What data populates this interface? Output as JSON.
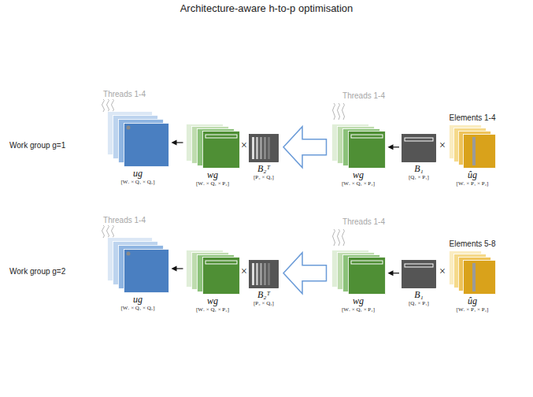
{
  "diagram": {
    "title": "Architecture-aware h-to-p optimisation",
    "nodes": [
      {
        "text": [
          "ug",
          "[Wᵥ × Q₁ × Q₂]"
        ]
      },
      {
        "text": [
          "wg",
          "[Wᵥ × Q₁ × P₂]"
        ]
      },
      {
        "text": [
          "B₂ᵀ",
          "[P₂ × Q₂]"
        ]
      },
      {
        "text": [
          "wg",
          "[Wᵥ × Q₁ × P₂]"
        ]
      },
      {
        "text": [
          "B₁",
          "[Q₁ × P₁]"
        ]
      },
      {
        "text": [
          "Elements 1-4",
          "ûg",
          "[Wᵥ × P₁ × P₂]"
        ]
      },
      {
        "text": [
          "ug",
          "[Wᵥ × Q₁ × Q₂]"
        ]
      },
      {
        "text": [
          "wg",
          "[Wᵥ × Q₁ × P₂]"
        ]
      },
      {
        "text": [
          "B₂ᵀ",
          "[P₂ × Q₂]"
        ]
      },
      {
        "text": [
          "wg",
          "[Wᵥ × Q₁ × P₂]"
        ]
      },
      {
        "text": [
          "B₁",
          "[Q₁ × P₁]"
        ]
      },
      {
        "text": [
          "Elements 5-8",
          "ûg",
          "[Wᵥ × P₁ × P₂]"
        ]
      }
    ],
    "edges": [
      {
        "from": 1,
        "to": 0,
        "arrow": "to"
      },
      {
        "from": 3,
        "to": 2,
        "arrow": "to"
      },
      {
        "from": 4,
        "to": 3,
        "arrow": "to"
      },
      {
        "from": 7,
        "to": 6,
        "arrow": "to"
      },
      {
        "from": 9,
        "to": 8,
        "arrow": "to"
      },
      {
        "from": 10,
        "to": 9,
        "arrow": "to"
      }
    ],
    "labels": [
      "Work group g=1",
      "Threads 1-4",
      "×",
      "Threads 1-4",
      "×",
      "Work group g=2",
      "Threads 1-4",
      "×",
      "Threads 1-4",
      "×"
    ]
  }
}
